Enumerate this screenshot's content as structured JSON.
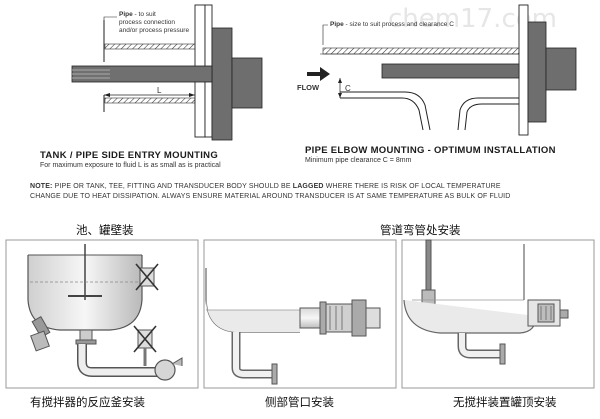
{
  "watermark": "chem17.com",
  "side_mount": {
    "pipe_label_bold": "Pipe",
    "pipe_label_rest": " - to suit",
    "pipe_label_line2": "process connection",
    "pipe_label_line3": "and/or process pressure",
    "dim_label": "L",
    "title": "TANK / PIPE SIDE ENTRY MOUNTING",
    "subtitle": "For maximum exposure to fluid L is as small as is practical"
  },
  "elbow_mount": {
    "pipe_label_bold": "Pipe",
    "pipe_label_rest": " - size to suit process and clearance C",
    "flow_label": "FLOW",
    "dim_label": "C",
    "title": "PIPE ELBOW MOUNTING - OPTIMUM INSTALLATION",
    "subtitle": "Minimum pipe clearance C = 8mm"
  },
  "note": {
    "prefix": "NOTE:",
    "line1a": " PIPE OR TANK, TEE, FITTING AND TRANSDUCER BODY SHOULD BE ",
    "line1b": "LAGGED",
    "line1c": " WHERE THERE IS RISK OF LOCAL TEMPERATURE",
    "line2": "CHANGE DUE TO HEAT DISSIPATION. ALWAYS ENSURE MATERIAL AROUND TRANSDUCER IS AT SAME TEMPERATURE AS BULK OF FLUID"
  },
  "cn_labels": {
    "tank_wall": "池、罐壁装",
    "pipe_elbow": "管道弯管处安装",
    "reactor": "有搅拌器的反应釜安装",
    "side_outlet": "侧部管口安装",
    "no_stirrer_top": "无搅拌装置罐顶安装"
  }
}
